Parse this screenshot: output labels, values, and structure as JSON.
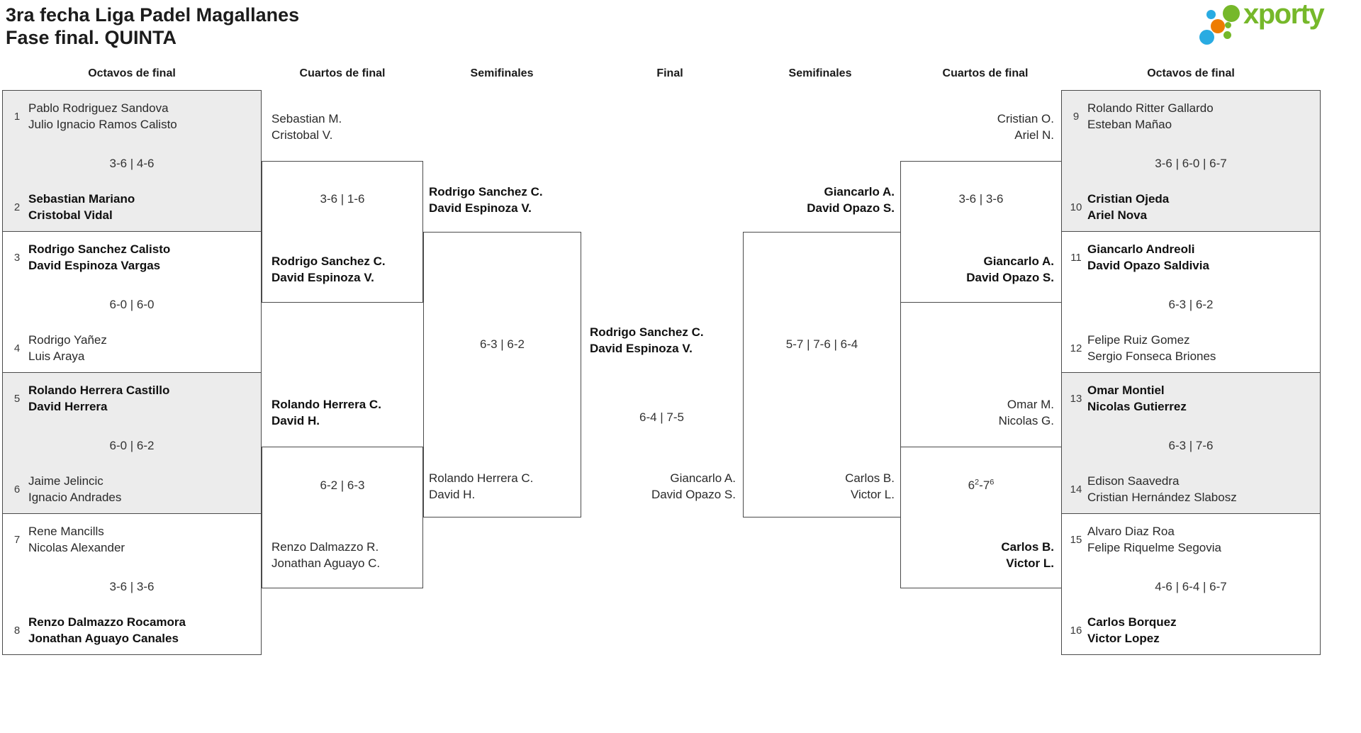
{
  "title": {
    "line1": "3ra fecha Liga Padel Magallanes",
    "line2": "Fase final. QUINTA"
  },
  "logo": {
    "brand": "xporty"
  },
  "colors": {
    "accent_green": "#76b82a",
    "accent_blue": "#29abe2",
    "accent_orange": "#ee7c00",
    "shaded_box": "#ececec",
    "line": "#4a4a4a"
  },
  "round_headers": {
    "left_octavos": "Octavos de final",
    "left_cuartos": "Cuartos de final",
    "left_semis": "Semifinales",
    "final": "Final",
    "right_semis": "Semifinales",
    "right_cuartos": "Cuartos de final",
    "right_octavos": "Octavos de final"
  },
  "octavos": [
    {
      "seed_a": "1",
      "team_a": [
        "Pablo Rodriguez Sandova",
        "Julio Ignacio Ramos Calisto"
      ],
      "score": "3-6 | 4-6",
      "seed_b": "2",
      "team_b": [
        "Sebastian Mariano",
        "Cristobal Vidal"
      ],
      "winner": "b"
    },
    {
      "seed_a": "3",
      "team_a": [
        "Rodrigo Sanchez Calisto",
        "David Espinoza Vargas"
      ],
      "score": "6-0 | 6-0",
      "seed_b": "4",
      "team_b": [
        "Rodrigo Yañez",
        "Luis Araya"
      ],
      "winner": "a"
    },
    {
      "seed_a": "5",
      "team_a": [
        "Rolando Herrera Castillo",
        "David Herrera"
      ],
      "score": "6-0 | 6-2",
      "seed_b": "6",
      "team_b": [
        "Jaime Jelincic",
        "Ignacio Andrades"
      ],
      "winner": "a"
    },
    {
      "seed_a": "7",
      "team_a": [
        "Rene Mancills",
        "Nicolas Alexander"
      ],
      "score": "3-6 | 3-6",
      "seed_b": "8",
      "team_b": [
        "Renzo Dalmazzo Rocamora",
        "Jonathan Aguayo Canales"
      ],
      "winner": "b"
    },
    {
      "seed_a": "9",
      "team_a": [
        "Rolando Ritter Gallardo",
        "Esteban Mañao"
      ],
      "score": "3-6 | 6-0 | 6-7",
      "seed_b": "10",
      "team_b": [
        "Cristian Ojeda",
        "Ariel Nova"
      ],
      "winner": "b"
    },
    {
      "seed_a": "11",
      "team_a": [
        "Giancarlo Andreoli",
        "David Opazo Saldivia"
      ],
      "score": "6-3 | 6-2",
      "seed_b": "12",
      "team_b": [
        "Felipe Ruiz Gomez",
        "Sergio Fonseca Briones"
      ],
      "winner": "a"
    },
    {
      "seed_a": "13",
      "team_a": [
        "Omar Montiel",
        "Nicolas Gutierrez"
      ],
      "score": "6-3 | 7-6",
      "seed_b": "14",
      "team_b": [
        "Edison Saavedra",
        "Cristian Hernández Slabosz"
      ],
      "winner": "a"
    },
    {
      "seed_a": "15",
      "team_a": [
        "Alvaro Diaz Roa",
        "Felipe Riquelme Segovia"
      ],
      "score": "4-6 | 6-4 | 6-7",
      "seed_b": "16",
      "team_b": [
        "Carlos Borquez",
        "Victor Lopez"
      ],
      "winner": "b"
    }
  ],
  "cuartos": [
    {
      "team_top": [
        "Sebastian M.",
        "Cristobal V."
      ],
      "score": "3-6 | 1-6",
      "team_bottom": [
        "Rodrigo Sanchez C.",
        "David Espinoza V."
      ],
      "winner": "bottom"
    },
    {
      "team_top": [
        "Rolando Herrera C.",
        "David H."
      ],
      "score": "6-2 | 6-3",
      "team_bottom": [
        "Renzo Dalmazzo R.",
        "Jonathan Aguayo C."
      ],
      "winner": "top"
    },
    {
      "team_top": [
        "Cristian O.",
        "Ariel N."
      ],
      "score": "3-6 | 3-6",
      "team_bottom": [
        "Giancarlo A.",
        "David Opazo S."
      ],
      "winner": "bottom"
    },
    {
      "team_top": [
        "Omar M.",
        "Nicolas G."
      ],
      "score_parts": {
        "base1": "6",
        "sup1": "2",
        "base2": "-7",
        "sup2": "6"
      },
      "team_bottom": [
        "Carlos B.",
        "Victor L."
      ],
      "winner": "bottom"
    }
  ],
  "semifinales": [
    {
      "team_top": [
        "Rodrigo Sanchez C.",
        "David Espinoza V."
      ],
      "score": "6-3 | 6-2",
      "team_bottom": [
        "Rolando Herrera C.",
        "David H."
      ],
      "winner": "top"
    },
    {
      "team_top": [
        "Giancarlo A.",
        "David Opazo S."
      ],
      "score": "5-7 | 7-6 | 6-4",
      "team_bottom": [
        "Carlos B.",
        "Victor L."
      ],
      "winner": "top"
    }
  ],
  "final": {
    "champion": [
      "Rodrigo Sanchez C.",
      "David Espinoza V."
    ],
    "score": "6-4 | 7-5",
    "runner_up": [
      "Giancarlo A.",
      "David Opazo S."
    ]
  }
}
